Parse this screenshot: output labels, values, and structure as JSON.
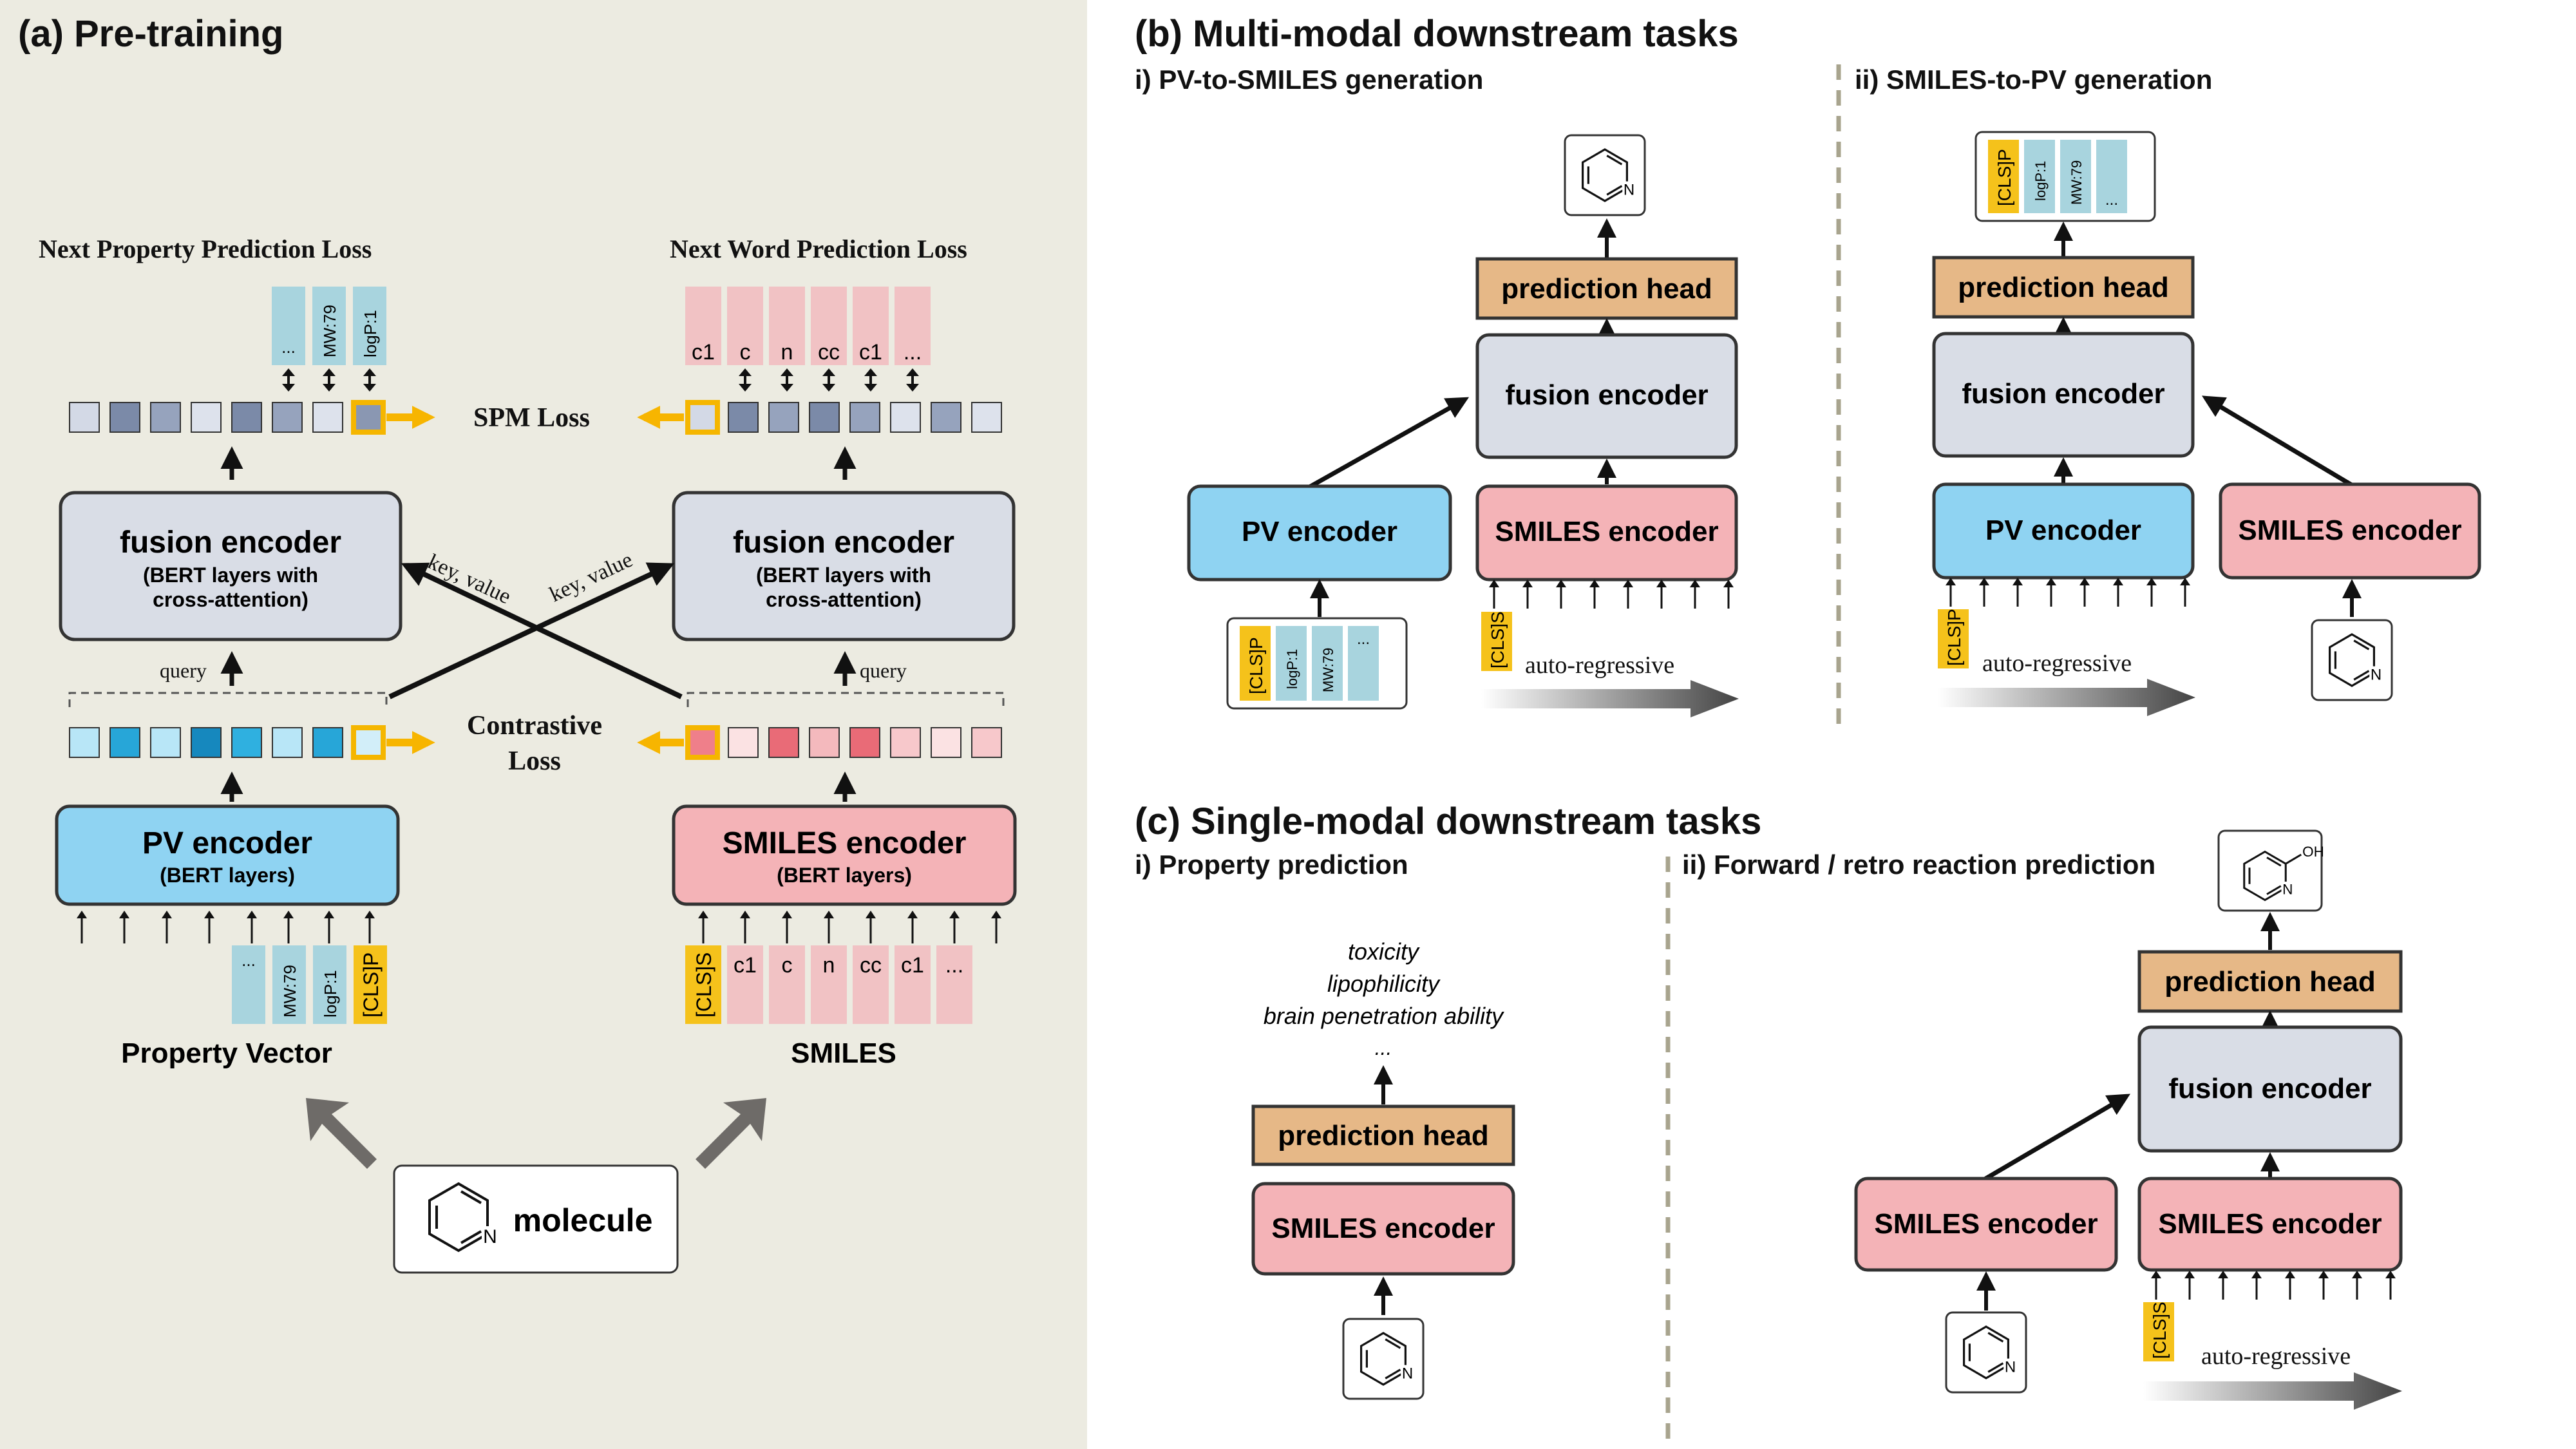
{
  "pretrain": {
    "title": "(a) Pre-training",
    "npp_loss": "Next Property Prediction Loss",
    "nwp_loss": "Next Word Prediction Loss",
    "spm_loss": "SPM Loss",
    "contrastive_loss_1": "Contrastive",
    "contrastive_loss_2": "Loss",
    "fusion_title": "fusion encoder",
    "fusion_sub1": "(BERT layers with",
    "fusion_sub2": "cross-attention)",
    "pv_title": "PV encoder",
    "pv_sub": "(BERT layers)",
    "smiles_title": "SMILES encoder",
    "smiles_sub": "(BERT layers)",
    "query": "query",
    "key_value": "key, value",
    "property_vector": "Property Vector",
    "smiles": "SMILES",
    "molecule": "molecule",
    "pv_tokens": [
      "...",
      "MW:79",
      "logP:1"
    ],
    "cls_p": "[CLS]P",
    "cls_s": "[CLS]S",
    "smiles_tokens": [
      "c1",
      "c",
      "n",
      "cc",
      "c1",
      "..."
    ],
    "colors": {
      "panel_bg": "#ecebe1",
      "fusion": "#d9dde6",
      "pv": "#8fd3f2",
      "smiles": "#f4b3b7",
      "head": "#e6b887",
      "cls": "#f5c21b",
      "arrow_accent": "#f7b500"
    }
  },
  "multimodal": {
    "title": "(b) Multi-modal downstream tasks",
    "task1": "i) PV-to-SMILES generation",
    "task2": "ii) SMILES-to-PV generation",
    "prediction_head": "prediction head",
    "fusion_encoder": "fusion encoder",
    "pv_encoder": "PV encoder",
    "smiles_encoder": "SMILES encoder",
    "auto_regressive": "auto-regressive"
  },
  "singlemodal": {
    "title": "(c) Single-modal downstream tasks",
    "task1": "i) Property prediction",
    "task2": "ii) Forward / retro reaction prediction",
    "properties": [
      "toxicity",
      "lipophilicity",
      "brain penetration ability",
      "..."
    ],
    "prediction_head": "prediction head",
    "smiles_encoder": "SMILES encoder",
    "fusion_encoder": "fusion encoder",
    "auto_regressive": "auto-regressive",
    "n_label": "N",
    "oh_label": "OH"
  }
}
